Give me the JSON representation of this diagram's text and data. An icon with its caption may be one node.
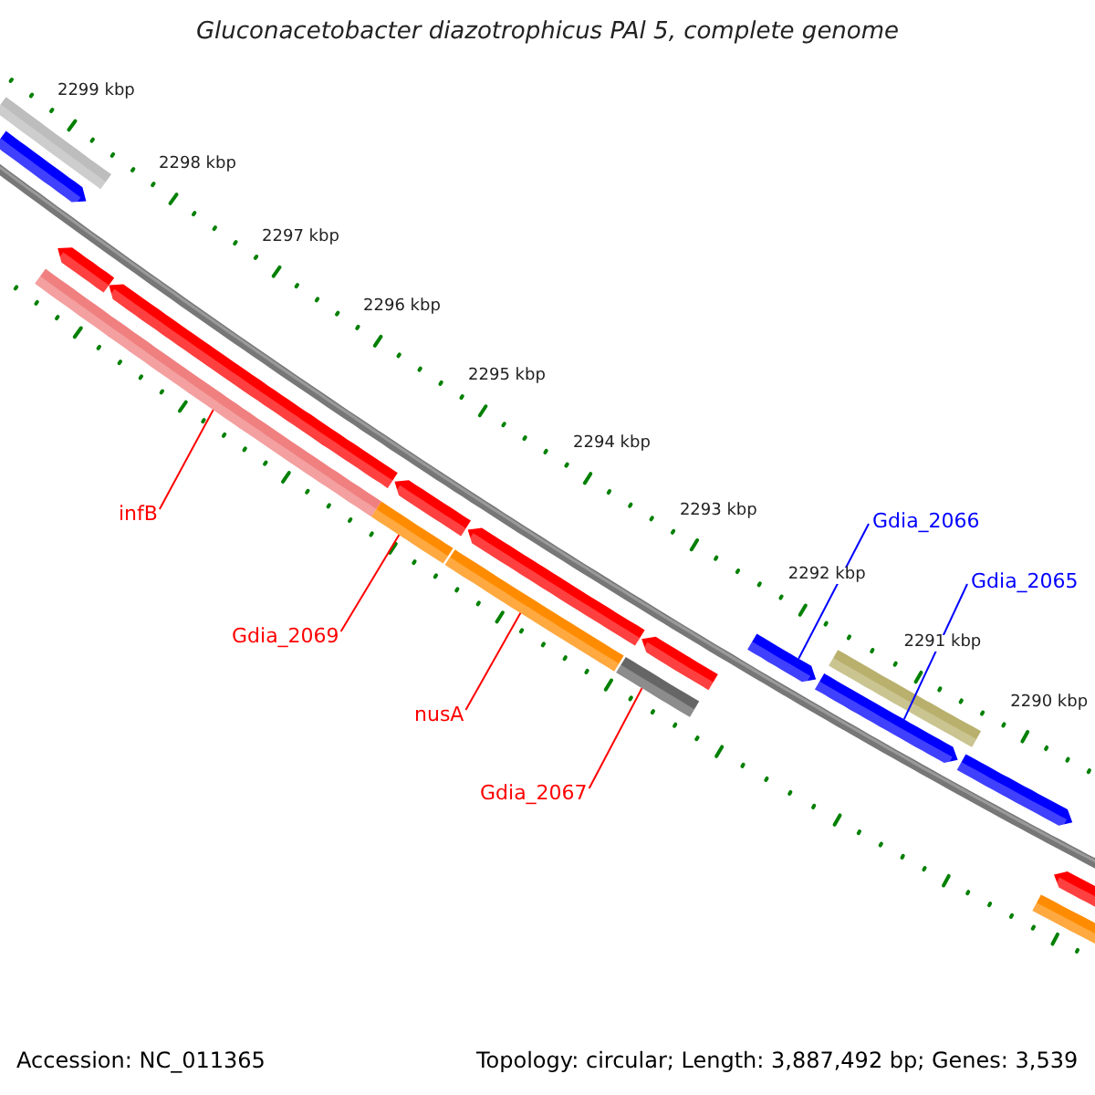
{
  "diagram": {
    "title": "Gluconacetobacter diazotrophicus PAl 5, complete genome",
    "nodes": [
      {
        "text": [
          "infB"
        ]
      },
      {
        "text": [
          "Gdia_2069"
        ]
      },
      {
        "text": [
          "nusA"
        ]
      },
      {
        "text": [
          "Gdia_2067"
        ]
      },
      {
        "text": [
          "Gdia_2066"
        ]
      },
      {
        "text": [
          "Gdia_2065"
        ]
      },
      {
        "text": [],
        "shape": "bar"
      },
      {
        "text": [],
        "shape": "bar"
      },
      {
        "text": [],
        "shape": "bar"
      },
      {
        "text": [],
        "shape": "bar"
      },
      {
        "text": [],
        "shape": "bar"
      },
      {
        "text": [],
        "shape": "bar"
      },
      {
        "text": [],
        "shape": "bar"
      },
      {
        "text": [],
        "shape": "bar"
      },
      {
        "text": [],
        "shape": "bar"
      },
      {
        "text": [],
        "shape": "bar"
      },
      {
        "text": [],
        "shape": "bar"
      },
      {
        "text": [],
        "shape": "bar"
      },
      {
        "text": [],
        "shape": "bar"
      },
      {
        "text": [],
        "shape": "bar"
      },
      {
        "text": [],
        "shape": "bar"
      },
      {
        "text": [],
        "shape": "bar"
      },
      {
        "text": [],
        "shape": "bar"
      }
    ],
    "edges": [
      {
        "from": 0,
        "to": 8,
        "arrow": "none",
        "color": "#ff0000"
      },
      {
        "from": 1,
        "to": 11,
        "arrow": "none",
        "color": "#ff0000"
      },
      {
        "from": 2,
        "to": 13,
        "arrow": "none",
        "color": "#ff0000"
      },
      {
        "from": 3,
        "to": 15,
        "arrow": "none",
        "color": "#ff0000"
      },
      {
        "from": 4,
        "to": 17,
        "arrow": "none",
        "color": "#0000ff"
      },
      {
        "from": 5,
        "to": 19,
        "arrow": "none",
        "color": "#0000ff"
      }
    ],
    "labels": [
      "2299 kbp",
      "2298 kbp",
      "2297 kbp",
      "2296 kbp",
      "2295 kbp",
      "2294 kbp",
      "2293 kbp",
      "2292 kbp",
      "2291 kbp",
      "2290 kbp",
      "Accession: NC_011365",
      "Topology: circular; Length: 3,887,492 bp; Genes: 3,539"
    ]
  }
}
